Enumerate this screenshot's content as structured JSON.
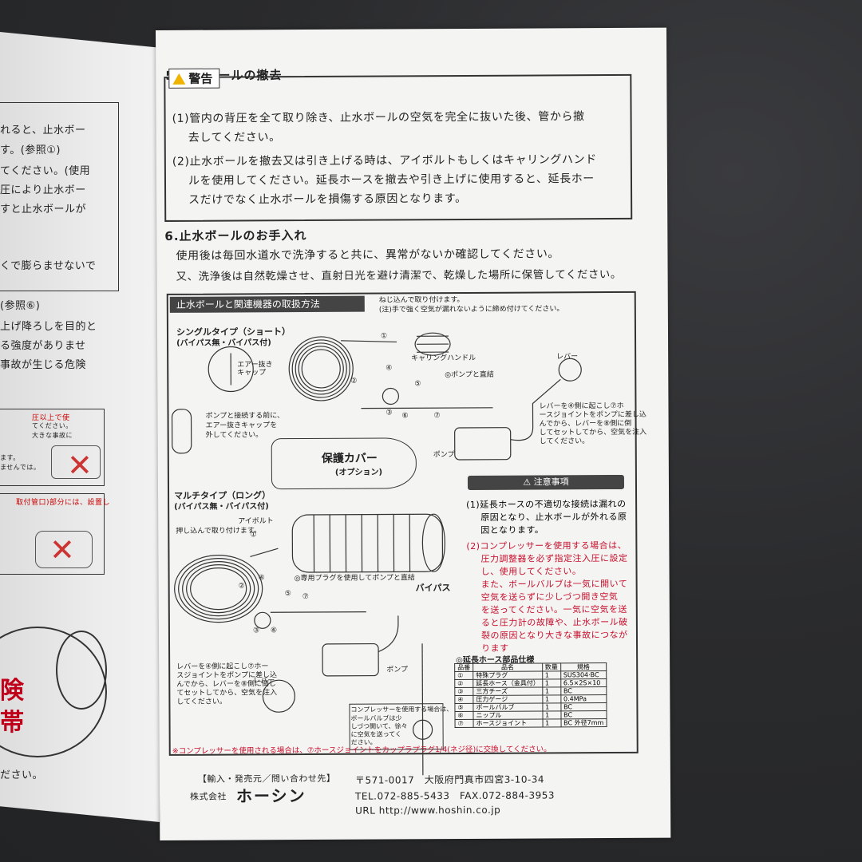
{
  "left_page": {
    "lines": [
      "れると、止水ボー",
      "す。(参照①)",
      "てください。(使用",
      "圧により止水ボー",
      "すと止水ボールが",
      "くで膨らませないで",
      "(参照⑥)",
      "上げ降ろしを目的と",
      "る強度がありませ",
      "事故が生じる危険",
      "ださい。"
    ],
    "box_lines": [
      "圧以上で使",
      "てください。",
      "大きな事故に",
      "ます。",
      "ませんでは。",
      "取付管口)部分には、設置し"
    ],
    "danger_text": [
      "険",
      "帯"
    ]
  },
  "sec5": {
    "title": "5.止水ボールの撤去",
    "warning_label": "警告",
    "items": [
      "(1)管内の背圧を全て取り除き、止水ボールの空気を完全に抜いた後、管から撤",
      "去してください。",
      "(2)止水ボールを撤去又は引き上げる時は、アイボルトもしくはキャリングハンド",
      "ルを使用してください。延長ホースを撤去や引き上げに使用すると、延長ホー",
      "スだけでなく止水ボールを損傷する原因となります。"
    ]
  },
  "sec6": {
    "title": "6.止水ボールのお手入れ",
    "lines": [
      "使用後は毎回水道水で洗浄すると共に、異常がないか確認してください。",
      "又、洗浄後は自然乾燥させ、直射日光を避け清潔で、乾燥した場所に保管してください。"
    ]
  },
  "diagram": {
    "banner": "止水ボールと関連機器の取扱方法",
    "single_type": "シングルタイプ（ショート）",
    "single_sub": "(バイパス無・バイパス付)",
    "note1": "ねじ込んで取り付けます。",
    "note1b": "(注)手で強く空気が漏れないように締め付けてください。",
    "carry": "キャリングハンドル",
    "pump_direct": "◎ポンプと直結",
    "air_cap": "エアー抜き",
    "air_cap2": "キャップ",
    "pump_before": "ポンプと接続する前に、",
    "pump_before2": "エアー抜きキャップを",
    "pump_before3": "外してください。",
    "lever": "レバー",
    "lever_note": [
      "レバーを④側に起こし⑦ホ",
      "ースジョイントをポンプに差し込",
      "んでから、レバーを⑧側に倒",
      "してセットしてから、空気を注入",
      "してください。"
    ],
    "pump": "ポンプ",
    "cover": "保護カバー",
    "cover_opt": "(オプション)",
    "multi_type": "マルチタイプ（ロング）",
    "multi_sub": "(バイパス無・バイパス付)",
    "eyebolt": "アイボルト",
    "push_in": "押し込んで取り付けます。",
    "plug_note": "◎専用プラグを使用してポンプと直結",
    "bypass": "バイパス",
    "lever_note2": [
      "レバーを④側に起こし⑦ホー",
      "スジョイントをポンプに差し込",
      "んでから、レバーを⑧側に倒し",
      "てセットしてから、空気を注入",
      "してください。"
    ],
    "compressor_note": [
      "コンプレッサーを使用する場合は、",
      "ボールバルブは少",
      "しづつ開いて、徐々",
      "に空気を送ってく",
      "ださい。"
    ],
    "bottom_note": "※コンプレッサーを使用される場合は、⑦ホースジョイントをカップラプラグ1/4(ネジ径)に交換してください。",
    "nums": [
      "①",
      "②",
      "③",
      "④",
      "⑤",
      "⑥",
      "⑦"
    ]
  },
  "notice": {
    "title": "注意事項",
    "lines": [
      {
        "t": "(1)延長ホースの不適切な接続は漏れの",
        "red": false
      },
      {
        "t": "原因となり、止水ボールが外れる原",
        "red": false
      },
      {
        "t": "因となります。",
        "red": false
      },
      {
        "t": "(2)コンプレッサーを使用する場合は、",
        "red": true
      },
      {
        "t": "圧力調整器を必ず指定注入圧に設定",
        "red": true
      },
      {
        "t": "し、使用してください。",
        "red": true
      },
      {
        "t": "また、ボールバルブは一気に開いて",
        "red": true
      },
      {
        "t": "空気を送らずに少しづつ開き空気",
        "red": true
      },
      {
        "t": "を送ってください。一気に空気を送",
        "red": true
      },
      {
        "t": "ると圧力計の故障や、止水ボール破",
        "red": true
      },
      {
        "t": "裂の原因となり大きな事故につなが",
        "red": true
      },
      {
        "t": "ります",
        "red": true
      }
    ]
  },
  "spec": {
    "title": "◎延長ホース部品仕様",
    "headers": [
      "品番",
      "品名",
      "数量",
      "規格"
    ],
    "rows": [
      [
        "①",
        "特殊プラグ",
        "1",
        "SUS304·BC"
      ],
      [
        "②",
        "延長ホース（金具付）",
        "1",
        "6.5×2S×10"
      ],
      [
        "③",
        "三方チーズ",
        "1",
        "BC"
      ],
      [
        "④",
        "圧力ゲージ",
        "1",
        "0.4MPa"
      ],
      [
        "⑤",
        "ボールバルブ",
        "1",
        "BC"
      ],
      [
        "⑥",
        "ニップル",
        "1",
        "BC"
      ],
      [
        "⑦",
        "ホースジョイント",
        "1",
        "BC 外径7mm"
      ]
    ]
  },
  "footer": {
    "label": "【輸入・発売元／問い合わせ先】",
    "company_prefix": "株式会社",
    "company": "ホーシン",
    "postal": "〒571-0017　大阪府門真市四宮3-10-34",
    "tel": "TEL.072-885-5433　FAX.072-884-3953",
    "url": "URL http://www.hoshin.co.jp"
  },
  "colors": {
    "accent_red": "#c8102e",
    "warning_yellow": "#f0b400",
    "paper": "#f4f4f2",
    "table": "#2b2c2e"
  }
}
